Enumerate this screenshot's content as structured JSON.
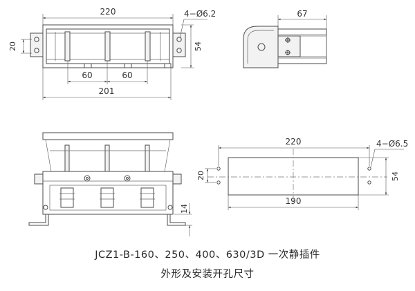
{
  "dims": {
    "top_width": "220",
    "top_height_left": "20",
    "top_height_right": "54",
    "top_holes": "4−Ø6.2",
    "top_pitch_a": "60",
    "top_pitch_b": "60",
    "top_overall": "201",
    "side_width": "67",
    "cut_width": "220",
    "cut_holes": "4−Ø6.5",
    "cut_height_left": "20",
    "cut_height_right": "54",
    "cut_inner": "190",
    "front_foot": "14"
  },
  "caption": {
    "line1": "JCZ1-B-160、250、400、630/3D 一次静插件",
    "line2": "外形及安装开孔尺寸"
  }
}
